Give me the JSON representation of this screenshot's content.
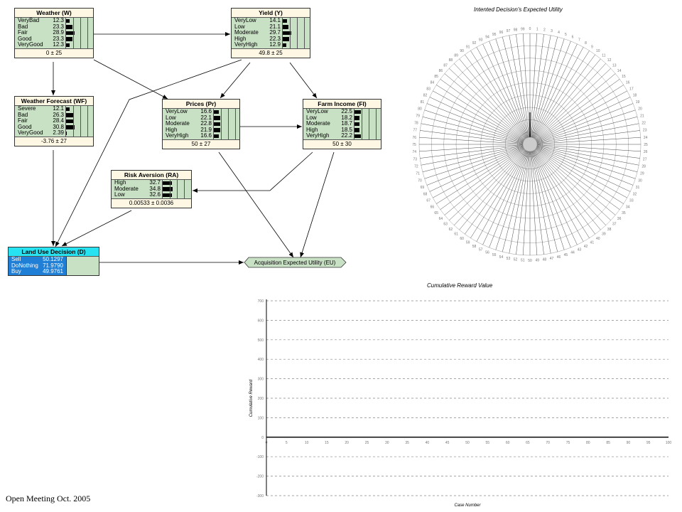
{
  "network": {
    "nodes": [
      {
        "id": "weather",
        "title": "Weather (W)",
        "states": [
          {
            "label": "VeryBad",
            "value": "12.3",
            "p": 12.3
          },
          {
            "label": "Bad",
            "value": "23.3",
            "p": 23.3
          },
          {
            "label": "Fair",
            "value": "28.9",
            "p": 28.9
          },
          {
            "label": "Good",
            "value": "23.3",
            "p": 23.3
          },
          {
            "label": "VeryGood",
            "value": "12.3",
            "p": 12.3
          }
        ],
        "footer": "0 ± 25"
      },
      {
        "id": "yield",
        "title": "Yield (Y)",
        "states": [
          {
            "label": "VeryLow",
            "value": "14.1",
            "p": 14.1
          },
          {
            "label": "Low",
            "value": "21.1",
            "p": 21.1
          },
          {
            "label": "Moderate",
            "value": "29.7",
            "p": 29.7
          },
          {
            "label": "High",
            "value": "22.3",
            "p": 22.3
          },
          {
            "label": "VeryHigh",
            "value": "12.9",
            "p": 12.9
          }
        ],
        "footer": "49.8 ± 25"
      },
      {
        "id": "forecast",
        "title": "Weather Forecast (WF)",
        "states": [
          {
            "label": "Severe",
            "value": "12.1",
            "p": 12.1
          },
          {
            "label": "Bad",
            "value": "26.3",
            "p": 26.3
          },
          {
            "label": "Fair",
            "value": "28.4",
            "p": 28.4
          },
          {
            "label": "Good",
            "value": "30.8",
            "p": 30.8
          },
          {
            "label": "VeryGood",
            "value": "2.39",
            "p": 2.39
          }
        ],
        "footer": "-3.76 ± 27"
      },
      {
        "id": "prices",
        "title": "Prices (Pr)",
        "states": [
          {
            "label": "VeryLow",
            "value": "16.6",
            "p": 16.6
          },
          {
            "label": "Low",
            "value": "22.1",
            "p": 22.1
          },
          {
            "label": "Moderate",
            "value": "22.8",
            "p": 22.8
          },
          {
            "label": "High",
            "value": "21.9",
            "p": 21.9
          },
          {
            "label": "VeryHigh",
            "value": "16.6",
            "p": 16.6
          }
        ],
        "footer": "50 ± 27"
      },
      {
        "id": "income",
        "title": "Farm Income (FI)",
        "states": [
          {
            "label": "VeryLow",
            "value": "22.5",
            "p": 22.5
          },
          {
            "label": "Low",
            "value": "18.2",
            "p": 18.2
          },
          {
            "label": "Moderate",
            "value": "18.7",
            "p": 18.7
          },
          {
            "label": "High",
            "value": "18.5",
            "p": 18.5
          },
          {
            "label": "VeryHigh",
            "value": "22.2",
            "p": 22.2
          }
        ],
        "footer": "50 ± 30"
      },
      {
        "id": "risk",
        "title": "Risk Aversion (RA)",
        "states": [
          {
            "label": "High",
            "value": "32.7",
            "p": 32.7
          },
          {
            "label": "Moderate",
            "value": "34.8",
            "p": 34.8
          },
          {
            "label": "Low",
            "value": "32.6",
            "p": 32.6
          }
        ],
        "footer": "0.00533 ± 0.0036"
      }
    ],
    "decision": {
      "title": "Land Use Decision (D)",
      "states": [
        {
          "label": "Sell",
          "value": "50.1297"
        },
        {
          "label": "DoNothing",
          "value": "71.9790"
        },
        {
          "label": "Buy",
          "value": "49.9761"
        }
      ]
    },
    "utility": {
      "title": "Acquisition Expected Utility (EU)"
    },
    "colors": {
      "node_bg": "#fdf7e3",
      "belief_bg": "#c8e0c4",
      "decision_title": "#27e3f2",
      "decision_body": "#1f7fd6",
      "utility_fill": "#c8e0c4"
    }
  },
  "polar_chart": {
    "title": "Intented Decision's Expected Utility",
    "spoke_count": 100
  },
  "reward_chart": {
    "title": "Cumulative Reward Value",
    "xlabel": "Case Number",
    "ylabel": "Cumulative Reward"
  },
  "chart_data": [
    {
      "type": "line",
      "title": "Intented Decision's Expected Utility",
      "angular_categories": [
        "0",
        "1",
        "2",
        "3",
        "4",
        "5",
        "6",
        "7",
        "8",
        "9",
        "10",
        "11",
        "12",
        "13",
        "14",
        "15",
        "16",
        "17",
        "18",
        "19",
        "20",
        "21",
        "22",
        "23",
        "24",
        "25",
        "26",
        "27",
        "28",
        "29",
        "30",
        "31",
        "32",
        "33",
        "34",
        "35",
        "36",
        "37",
        "38",
        "39",
        "40",
        "41",
        "42",
        "43",
        "44",
        "45",
        "46",
        "47",
        "48",
        "49",
        "50",
        "51",
        "52",
        "53",
        "54",
        "55",
        "56",
        "57",
        "58",
        "59",
        "60",
        "61",
        "62",
        "63",
        "64",
        "65",
        "66",
        "67",
        "68",
        "69",
        "70",
        "71",
        "72",
        "73",
        "74",
        "75",
        "76",
        "77",
        "78",
        "79",
        "80",
        "81",
        "82",
        "83",
        "84",
        "85",
        "86",
        "87",
        "88",
        "89",
        "90",
        "91",
        "92",
        "93",
        "94",
        "95",
        "96",
        "97",
        "98",
        "99"
      ],
      "grid": true
    },
    {
      "type": "line",
      "title": "Cumulative Reward Value",
      "xlabel": "Case Number",
      "ylabel": "Cumulative Reward",
      "x_ticks": [
        "0",
        "5",
        "10",
        "15",
        "20",
        "25",
        "30",
        "35",
        "40",
        "45",
        "50",
        "55",
        "60",
        "65",
        "70",
        "75",
        "80",
        "85",
        "90",
        "95",
        "100"
      ],
      "y_ticks": [
        "700",
        "600",
        "500",
        "400",
        "300",
        "200",
        "100",
        "0",
        "-100",
        "-200",
        "-300"
      ],
      "xlim": [
        0,
        100
      ],
      "ylim": [
        -300,
        700
      ],
      "grid": true,
      "series": [
        {
          "x": [
            0,
            100
          ],
          "y": [
            0,
            0
          ]
        }
      ]
    }
  ],
  "footer": {
    "text": "Open Meeting Oct. 2005"
  }
}
